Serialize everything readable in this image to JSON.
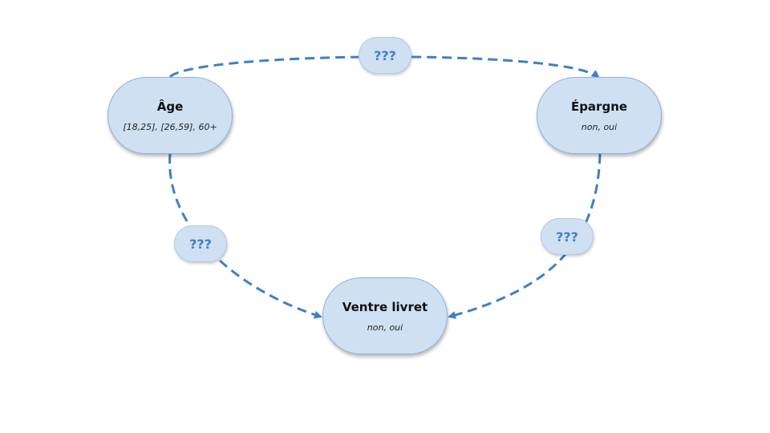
{
  "nodes": {
    "age": {
      "title": "Âge",
      "values": "[18,25], [26,59], 60+"
    },
    "epargne": {
      "title": "Épargne",
      "values": "non, oui"
    },
    "ventre_livret": {
      "title": "Ventre livret",
      "values": "non, oui"
    }
  },
  "edges": [
    {
      "from": "Âge",
      "to": "Épargne",
      "label": "???"
    },
    {
      "from": "Âge",
      "to": "Ventre livret",
      "label": "???"
    },
    {
      "from": "Épargne",
      "to": "Ventre livret",
      "label": "???"
    }
  ],
  "colors": {
    "node_fill": "#cfe0f3",
    "node_border": "#8fb2da",
    "edge": "#3f7fc9",
    "label_text": "#3f7fc9"
  }
}
